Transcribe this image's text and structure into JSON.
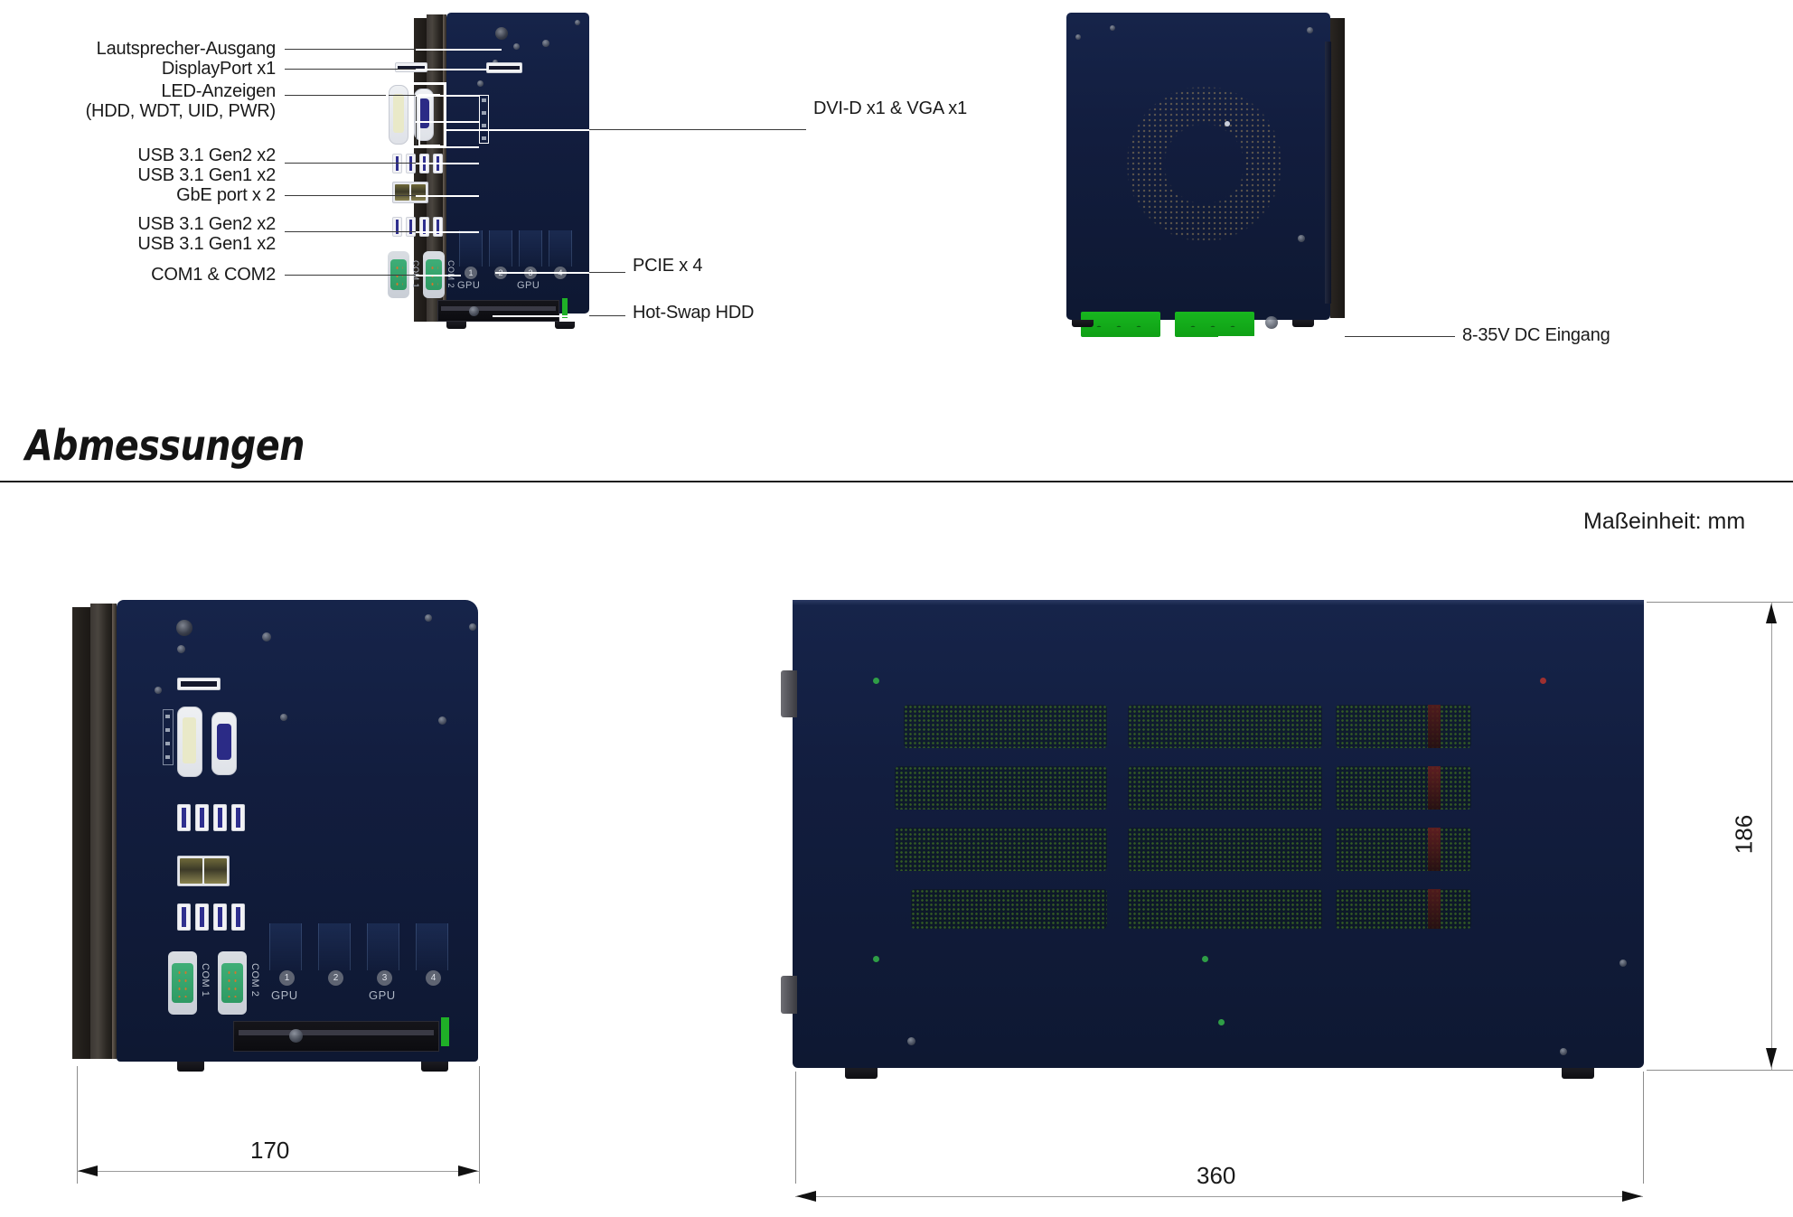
{
  "callouts_left": [
    {
      "name": "speaker-out",
      "label": "Lautsprecher-Ausgang"
    },
    {
      "name": "displayport",
      "label": "DisplayPort x1"
    },
    {
      "name": "led-indicators-line1",
      "label": "LED-Anzeigen"
    },
    {
      "name": "led-indicators-line2",
      "label": "(HDD, WDT, UID, PWR)"
    },
    {
      "name": "usb-upper-line1",
      "label": "USB 3.1 Gen2 x2"
    },
    {
      "name": "usb-upper-line2",
      "label": "USB 3.1 Gen1 x2"
    },
    {
      "name": "gbe-ports",
      "label": "GbE port x 2"
    },
    {
      "name": "usb-lower-line1",
      "label": "USB 3.1 Gen2 x2"
    },
    {
      "name": "usb-lower-line2",
      "label": "USB 3.1 Gen1 x2"
    },
    {
      "name": "com-ports",
      "label": "COM1 & COM2"
    }
  ],
  "callouts_right": [
    {
      "name": "dvi-vga",
      "label": "DVI-D x1 & VGA x1"
    },
    {
      "name": "pcie",
      "label": "PCIE x 4"
    },
    {
      "name": "hot-swap-hdd",
      "label": "Hot-Swap HDD"
    },
    {
      "name": "dc-input",
      "label": "8-35V DC Eingang"
    }
  ],
  "section": {
    "title": "Abmessungen",
    "unit_note": "Maßeinheit: mm"
  },
  "dimensions": {
    "front_width": "170",
    "side_width": "360",
    "height": "186"
  },
  "board_labels": {
    "com1": "COM 1",
    "com2": "COM 2",
    "gpu": "GPU",
    "slots": [
      "1",
      "2",
      "3",
      "4"
    ]
  },
  "colors": {
    "chassis": "#121d3e",
    "accent_green": "#18b61f",
    "connector_blue": "#2f2f8e",
    "rail": "#3b3733",
    "text": "#1a1a1a",
    "dim_line": "#9b9b9b"
  }
}
